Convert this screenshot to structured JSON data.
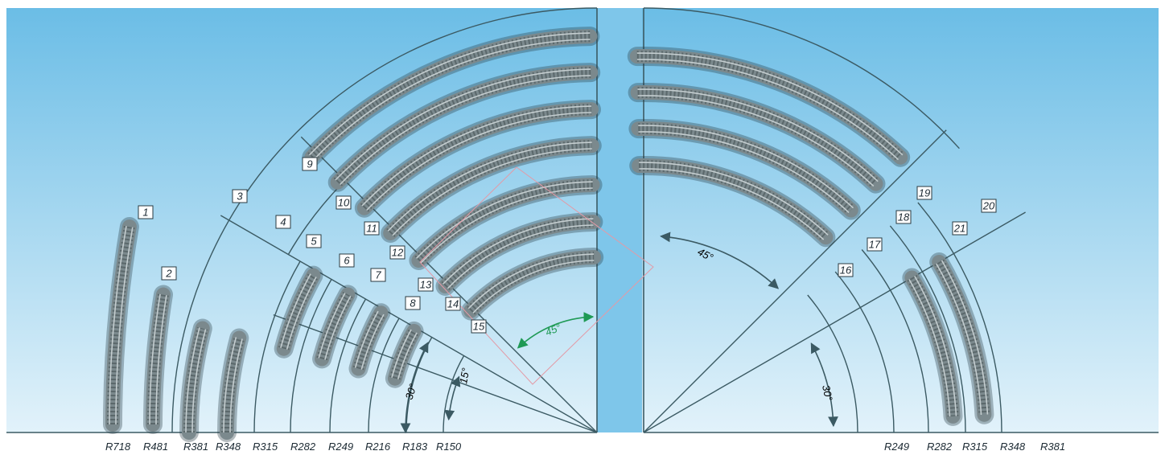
{
  "colors": {
    "sky_top": "#6bbde6",
    "sky_bottom": "#e2f2fa",
    "line": "#3b5a63",
    "track": "#7b898d",
    "tie": "#5b686b",
    "rail": "#c4cdcf",
    "accent_green": "#1f9a55",
    "box_red": "#e39aa6"
  },
  "left_radius_labels": [
    "R718",
    "R481",
    "R381",
    "R348",
    "R315",
    "R282",
    "R249",
    "R216",
    "R183",
    "R150"
  ],
  "right_radius_labels": [
    "R249",
    "R282",
    "R315",
    "R348",
    "R381"
  ],
  "track_numbers": [
    "1",
    "2",
    "3",
    "4",
    "5",
    "6",
    "7",
    "8",
    "9",
    "10",
    "11",
    "12",
    "13",
    "14",
    "15",
    "16",
    "17",
    "18",
    "19",
    "20",
    "21"
  ],
  "angle_labels": {
    "left_30": "30°",
    "left_15": "15°",
    "left_45": "45°",
    "right_45": "45°",
    "right_30": "30°"
  }
}
